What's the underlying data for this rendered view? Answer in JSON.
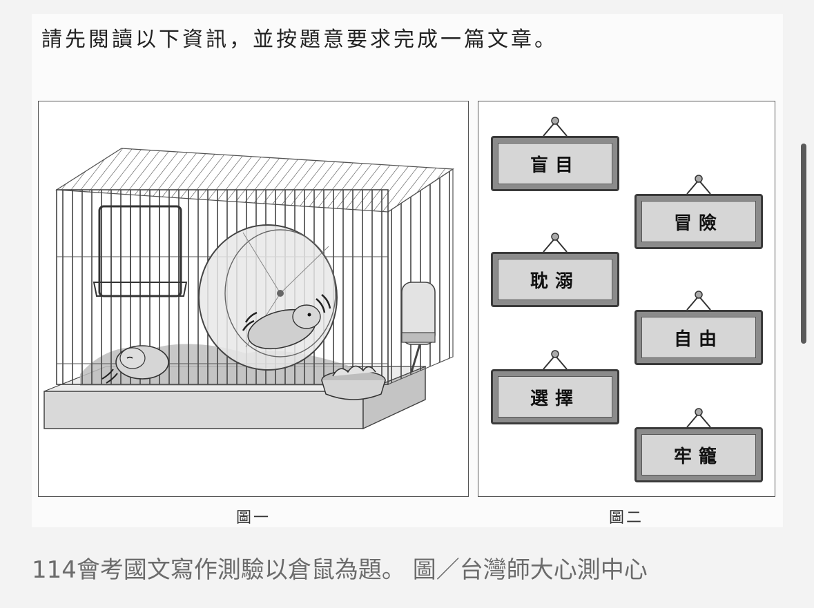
{
  "exam": {
    "instruction": "請先閱讀以下資訊，並按題意要求完成一篇文章。",
    "figure1_caption": "圖一",
    "figure2_caption": "圖二",
    "signs": [
      "盲目",
      "冒險",
      "耽溺",
      "自由",
      "選擇",
      "牢籠"
    ]
  },
  "caption": "114會考國文寫作測驗以倉鼠為題。 圖／台灣師大心測中心",
  "colors": {
    "page_background": "#f3f3f3",
    "caption_text": "#6b6b6b",
    "sign_frame": "#8b8b8b",
    "sign_plate": "#d6d6d6"
  }
}
